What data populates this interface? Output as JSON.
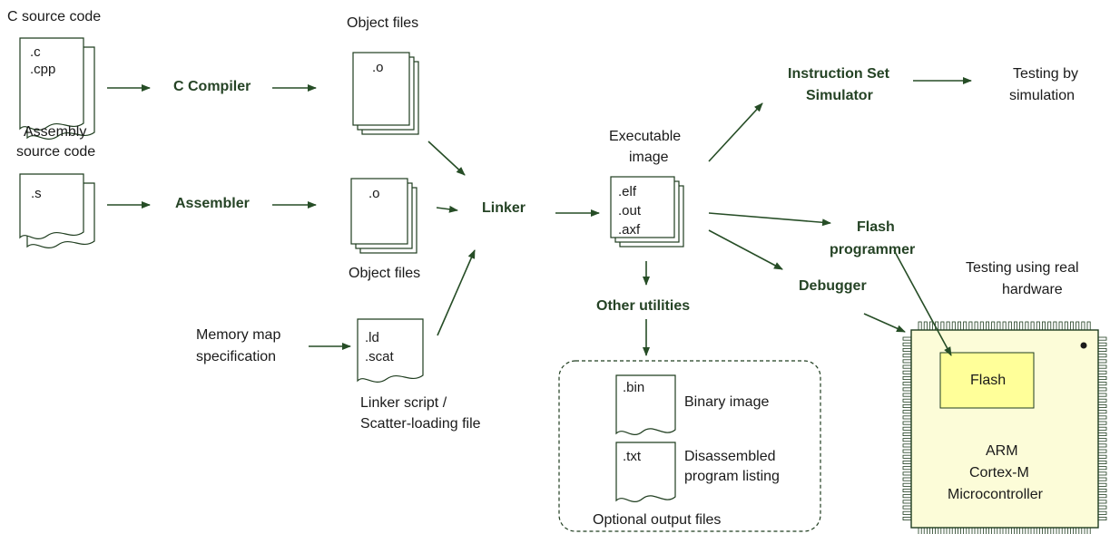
{
  "labels": {
    "c_source": "C source code",
    "asm_source_1": "Assembly",
    "asm_source_2": "source code",
    "object_files_top": "Object files",
    "object_files_mid": "Object files",
    "memmap_1": "Memory map",
    "memmap_2": "specification",
    "linker_script_1": "Linker script /",
    "linker_script_2": "Scatter-loading file",
    "exec_image_1": "Executable",
    "exec_image_2": "image",
    "testing_sim_1": "Testing by",
    "testing_sim_2": "simulation",
    "testing_hw_1": "Testing using real",
    "testing_hw_2": "hardware",
    "binary_image": "Binary image",
    "disasm_1": "Disassembled",
    "disasm_2": "program listing",
    "optional_output": "Optional output files"
  },
  "tools": {
    "c_compiler": "C Compiler",
    "assembler": "Assembler",
    "linker": "Linker",
    "iss_1": "Instruction Set",
    "iss_2": "Simulator",
    "flash_prog_1": "Flash",
    "flash_prog_2": "programmer",
    "debugger": "Debugger",
    "other_utilities": "Other utilities"
  },
  "files": {
    "c_ext_1": ".c",
    "c_ext_2": ".cpp",
    "s_ext": ".s",
    "obj_top": ".o",
    "obj_mid": ".o",
    "ld_1": ".ld",
    "ld_2": ".scat",
    "elf": ".elf",
    "out": ".out",
    "axf": ".axf",
    "bin": ".bin",
    "txt": ".txt"
  },
  "chip": {
    "flash": "Flash",
    "line_1": "ARM",
    "line_2": "Cortex-M",
    "line_3": "Microcontroller",
    "body_color": "#fcfcd8",
    "flash_color": "#ffff99"
  },
  "colors": {
    "arrow": "#264d26",
    "bold_text": "#254325"
  }
}
